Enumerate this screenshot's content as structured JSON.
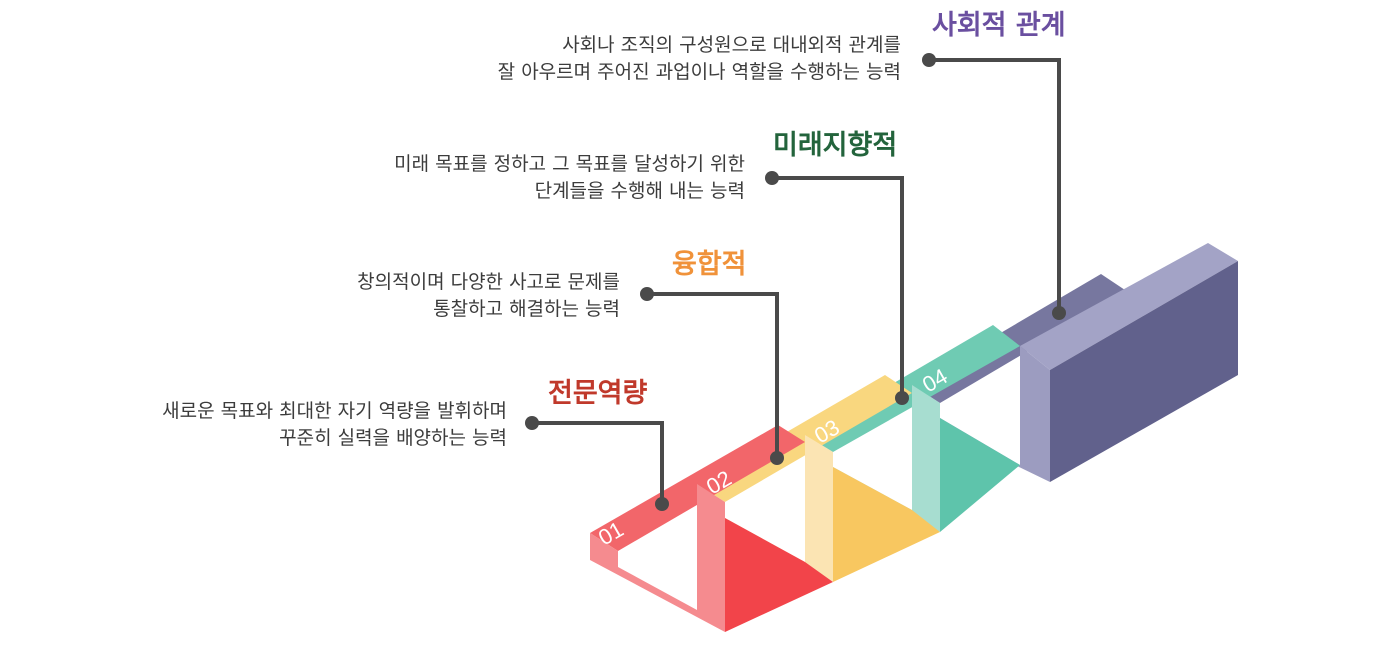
{
  "steps": [
    {
      "number": "01",
      "title": "전문역량",
      "title_color": "#c0392b",
      "description": [
        "새로운 목표와 최대한 자기 역량을 발휘하며",
        "꾸준히 실력을 배양하는 능력"
      ],
      "colors": {
        "top": "#f2666a",
        "front": "#f58b8f",
        "side": "#f2444a",
        "back": "#f7a7aa"
      }
    },
    {
      "number": "02",
      "title": "융합적",
      "title_color": "#f0923a",
      "description": [
        "창의적이며 다양한 사고로 문제를",
        "통찰하고 해결하는 능력"
      ],
      "colors": {
        "top": "#f9d77f",
        "front": "#fbe4b3",
        "side": "#f8c760",
        "back": "#fce9bf"
      }
    },
    {
      "number": "03",
      "title": "미래지향적",
      "title_color": "#23643c",
      "description": [
        "미래 목표를 정하고 그 목표를 달성하기 위한",
        "단계들을 수행해 내는 능력"
      ],
      "colors": {
        "top": "#6fcbb3",
        "front": "#a7ddd0",
        "side": "#5ec4ab",
        "back": "#b8e6d9"
      }
    },
    {
      "number": "04",
      "title": "사회적 관계",
      "title_color": "#6a4fa0",
      "description": [
        "사회나 조직의 구성원으로 대내외적 관계를",
        "잘 아우르며 주어진 과업이나 역할을 수행하는 능력"
      ],
      "colors": {
        "top": "#77779f",
        "front": "#9c9cc0",
        "side": "#61618c",
        "back": "#a3a3c6"
      }
    }
  ],
  "connector_color": "#4a4a4a"
}
